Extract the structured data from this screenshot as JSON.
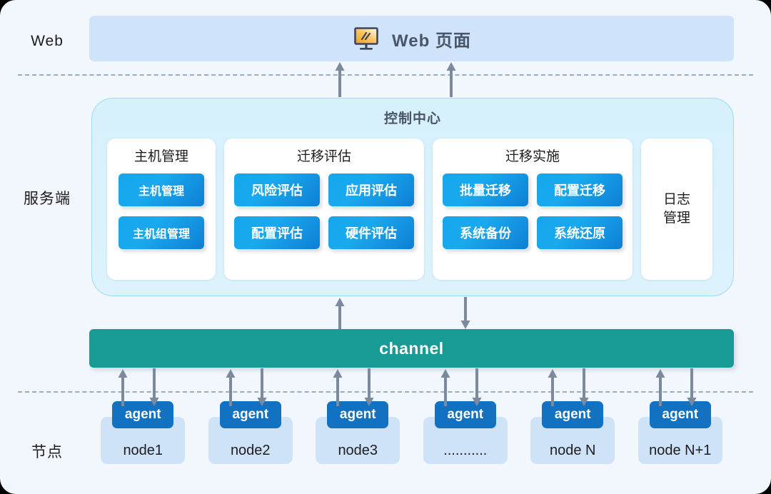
{
  "rows": {
    "web_label": "Web",
    "server_label": "服务端",
    "node_label": "节点"
  },
  "web": {
    "title": "Web 页面",
    "icon": "monitor-icon"
  },
  "control_center": {
    "title": "控制中心",
    "groups": [
      {
        "title": "主机管理",
        "columns": 1,
        "items": [
          "主机管理",
          "主机组管理"
        ]
      },
      {
        "title": "迁移评估",
        "columns": 2,
        "items": [
          "风险评估",
          "应用评估",
          "配置评估",
          "硬件评估"
        ]
      },
      {
        "title": "迁移实施",
        "columns": 2,
        "items": [
          "批量迁移",
          "配置迁移",
          "系统备份",
          "系统还原"
        ]
      }
    ],
    "log_card": "日志\n管理"
  },
  "channel": {
    "label": "channel"
  },
  "nodes": [
    {
      "agent": "agent",
      "name": "node1"
    },
    {
      "agent": "agent",
      "name": "node2"
    },
    {
      "agent": "agent",
      "name": "node3"
    },
    {
      "agent": "agent",
      "name": "..........."
    },
    {
      "agent": "agent",
      "name": "node N"
    },
    {
      "agent": "agent",
      "name": "node N+1"
    }
  ],
  "colors": {
    "page_bg": "#f2f6fd",
    "web_bar": "#cfe3fa",
    "control_center_bg": "#d9f1fc",
    "control_center_border": "#9ddcf3",
    "item_gradient_from": "#16a6ec",
    "item_gradient_to": "#0e7fd4",
    "channel_teal": "#1a9a94",
    "agent_blue": "#1271c0",
    "node_blue": "#cfe3f8",
    "arrow_gray": "#7b8a9e",
    "dashed_gray": "#9aabc4",
    "heading_slate": "#4a5568",
    "text_dark": "#1d1d1f",
    "monitor_screen_from": "#f7a321",
    "monitor_screen_to": "#ffffff"
  }
}
